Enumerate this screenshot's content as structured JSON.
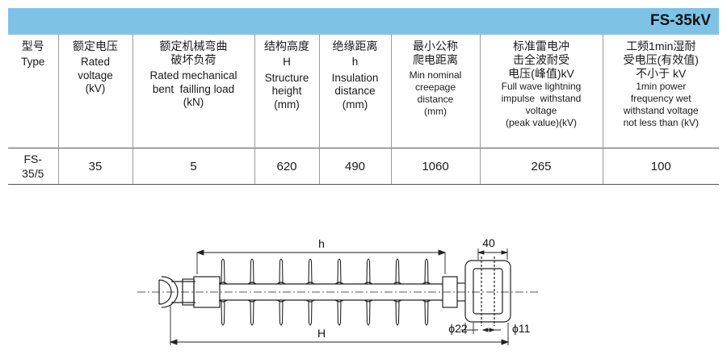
{
  "title": "FS-35kV",
  "columns": [
    {
      "cn": "型号",
      "en": "Type"
    },
    {
      "cn": "额定电压",
      "en": "Rated voltage (kV)"
    },
    {
      "cn": "额定机械弯曲破坏负荷",
      "en": "Rated mechanical bent failling load (kN)"
    },
    {
      "cn": "结构高度 H",
      "en": "Structure height (mm)"
    },
    {
      "cn": "绝缘距离 h",
      "en": "Insulation distance (mm)"
    },
    {
      "cn": "最小公称爬电距离",
      "en": "Min nominal creepage distance (mm)"
    },
    {
      "cn": "标准雷电冲击全波耐受电压(峰值)kV",
      "en": "Full wave lightning impulse withstand voltage (peak value)(kV)"
    },
    {
      "cn": "工频1min湿耐受电压(有效值)不小于 kV",
      "en": "1min power frequency wet withstand voltage not less than (kV)"
    }
  ],
  "rows": [
    {
      "type": "FS-35/5",
      "rated_voltage": "35",
      "bend_load": "5",
      "structure_height": "620",
      "insulation_distance": "490",
      "creepage": "1060",
      "lightning_impulse": "265",
      "power_frequency": "100"
    }
  ],
  "drawing": {
    "label_h_small": "h",
    "label_H_large": "H",
    "label_width": "40",
    "label_d22": "ϕ22",
    "label_d11": "ϕ11"
  }
}
